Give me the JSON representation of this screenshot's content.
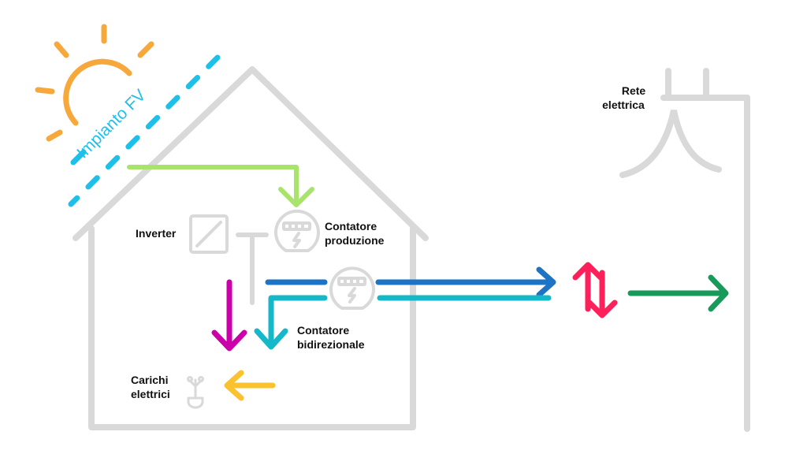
{
  "labels": {
    "pv": "Impianto FV",
    "grid": [
      "Rete",
      "elettrica"
    ],
    "inverter": "Inverter",
    "production_meter": [
      "Contatore",
      "produzione"
    ],
    "bidirectional_meter": [
      "Contatore",
      "bidirezionale"
    ],
    "loads": [
      "Carichi",
      "elettrici"
    ]
  },
  "colors": {
    "structure": "#d9d9d9",
    "sun": "#f7a83b",
    "panel": "#1ec0ea",
    "production_flow": "#a8e46c",
    "self_consumption": "#cc00a8",
    "grid_import": "#15b8c8",
    "grid_export": "#1d74c4",
    "exchange": "#ff1f5a",
    "grid_flow": "#179a5a",
    "loads_flow": "#f9c22e"
  },
  "icons": [
    "sun-icon",
    "solar-panel-icon",
    "inverter-icon",
    "meter-icon",
    "light-bulb-icon",
    "utility-pole-icon"
  ]
}
